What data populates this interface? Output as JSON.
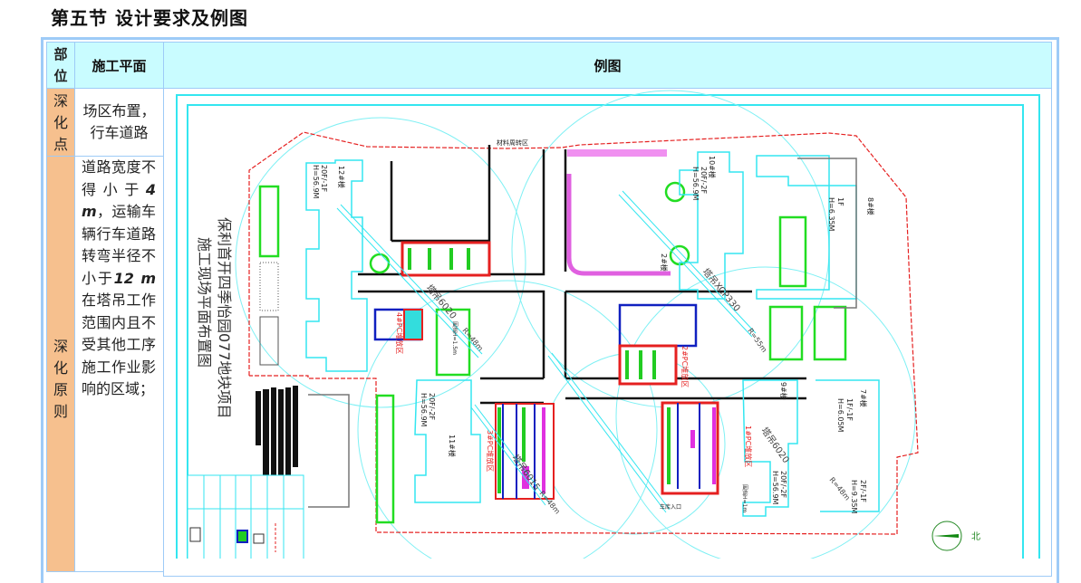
{
  "section_title": "第五节  设计要求及例图",
  "table": {
    "headers": {
      "part": "部位",
      "plan": "施工平面",
      "example": "例图"
    },
    "rows": [
      {
        "part": "深化点",
        "plan": "场区布置，行车道路"
      },
      {
        "part": "深化原则",
        "plan_segments": [
          "道路宽度不得小于",
          "4 m",
          "，运输车辆行车道路转弯半径不小于",
          "12 m",
          "在塔吊工作范围内且不受其他工序施工作业影响的区域；"
        ]
      }
    ]
  },
  "diagram": {
    "title_line1": "保利首开四季怡园077地块项目",
    "title_line2": "施工现场平面布置图",
    "buildings": {
      "b12": "12#楼",
      "b12_floors": "20F/-1F",
      "b12_height": "H=56.9M",
      "b10": "10#楼",
      "b10_floors": "20F/-2F",
      "b10_height": "H=56.9M",
      "b11": "11#楼",
      "b11_floors": "20F/-2F",
      "b11_height": "H=56.9M",
      "b9": "9#楼",
      "b9_floors": "20F/-2F",
      "b9_height": "H=56.9M",
      "b8": "8#楼",
      "b8_floors": "1F",
      "b8_height": "H=6.35M",
      "b7": "7#楼",
      "b7_floors": "1F/-1F",
      "b7_height": "H=6.05M",
      "b7b_floors": "2F/-1F",
      "b7b_height": "H=9.35M",
      "b2": "2#楼"
    },
    "cranes": {
      "c1": "塔吊6020",
      "c2": "塔吊XCP330",
      "c3": "塔吊6020",
      "c4": "塔吊6015"
    },
    "radii": {
      "r1": "R=48m",
      "r2": "R=55m",
      "r3": "R=48m",
      "r4": "R=48m"
    },
    "zones": {
      "pc1": "1#PC堆放区",
      "pc2": "2#PC堆放区",
      "pc3": "3#PC堆放区",
      "pc4": "4#PC堆放区",
      "garage": "车库入口",
      "wall_h": "围挡H=1.5m",
      "wall_h2": "围挡H=1m",
      "rebar": "材料周转区",
      "north": "北"
    },
    "colors": {
      "cyan": "#33e6f0",
      "red": "#e52020",
      "green": "#22dd22",
      "blue": "#1020c0",
      "magenta": "#e040e0"
    }
  }
}
